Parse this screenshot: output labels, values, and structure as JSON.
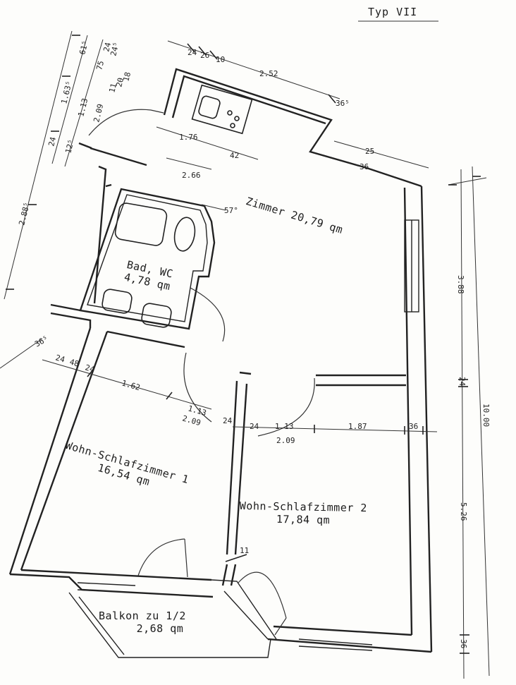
{
  "title": "Typ VII",
  "rooms": {
    "zimmer": {
      "name": "Zimmer",
      "area": "20,79 qm"
    },
    "bad": {
      "name": "Bad, WC",
      "area": "4,78 qm"
    },
    "wohn1": {
      "name": "Wohn-Schlafzimmer 1",
      "area": "16,54 qm"
    },
    "wohn2": {
      "name": "Wohn-Schlafzimmer 2",
      "area": "17,84 qm"
    },
    "balkon": {
      "name": "Balkon zu 1/2",
      "area": "2,68 qm"
    }
  },
  "dimensions": {
    "top_24": "24",
    "top_26": "26",
    "top_10": "10",
    "top_252": "2.52",
    "top_365": "36⁵",
    "top_176": "1.76",
    "top_42": "42",
    "top_266": "2.66",
    "top_25": "25",
    "top_36r": "36",
    "angle_57": "57°",
    "left_615": "61⁵",
    "left_24a": "24",
    "left_245": "24⁵",
    "left_75": "75",
    "left_11": "11",
    "left_20": "20",
    "left_18": "18",
    "left_1635": "1.63⁵",
    "left_113": "1.13",
    "left_209": "2.09",
    "left_24b": "24",
    "left_125": "12⁵",
    "left_2885": "2.88⁵",
    "mid_365": "36⁵",
    "mid_24a": "24",
    "mid_48": "48",
    "mid_24b": "24",
    "mid_162": "1.62",
    "mid_113": "1.13",
    "mid_209": "2.09",
    "mid_24c": "24",
    "mid_24d": "24",
    "mid_113b": "1.13",
    "mid_209b": "2.09",
    "mid_187": "1.87",
    "mid_36": "36",
    "mid_11": "11",
    "right_388": "3.88",
    "right_24": "24",
    "right_1000": "10.00",
    "right_526": "5.26",
    "right_36": "36"
  }
}
